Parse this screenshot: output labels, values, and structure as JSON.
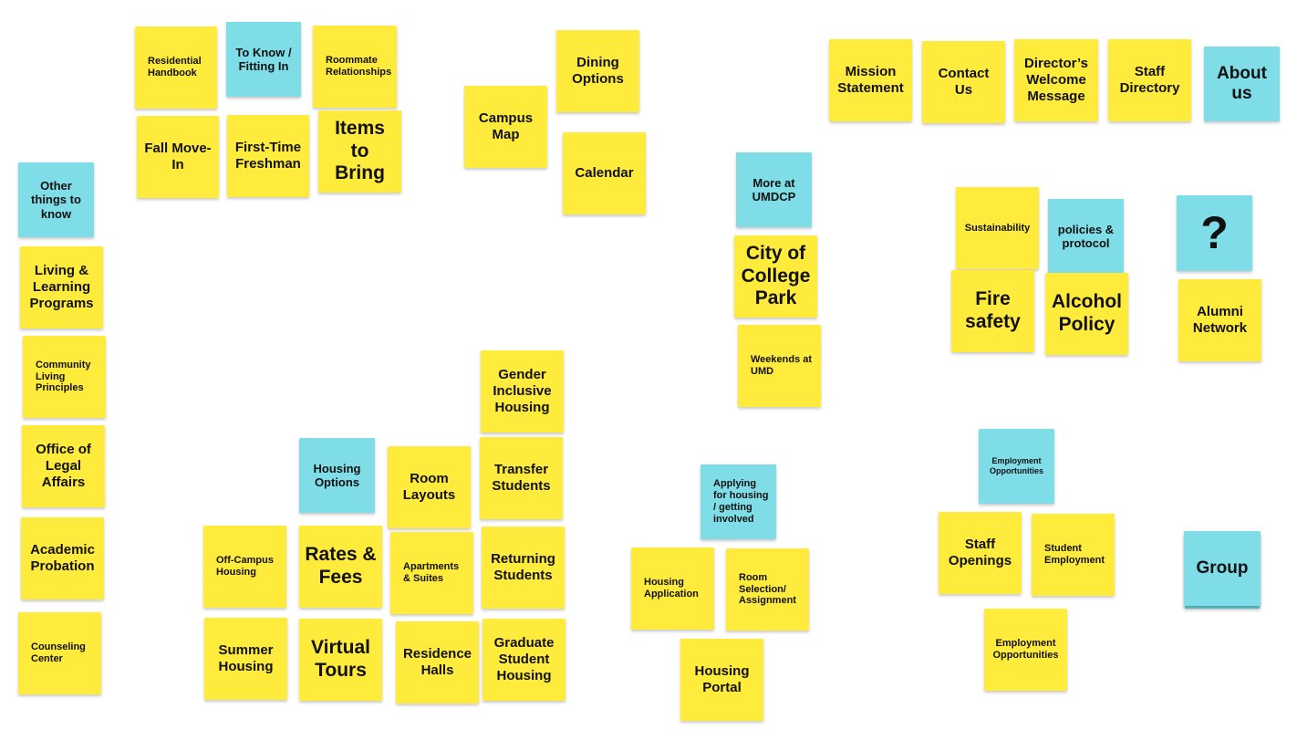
{
  "colors": {
    "yellow": "#ffeb3b",
    "blue": "#7fdde8"
  },
  "notes": [
    {
      "id": "residential-handbook",
      "label": "Residential Handbook",
      "color": "yellow",
      "size": "xs",
      "align": "left"
    },
    {
      "id": "to-know-fitting-in",
      "label": "To Know / Fitting In",
      "color": "blue",
      "size": "s"
    },
    {
      "id": "roommate-relationships",
      "label": "Roommate Relationships",
      "color": "yellow",
      "size": "xs",
      "align": "left"
    },
    {
      "id": "fall-move-in",
      "label": "Fall Move-In",
      "color": "yellow",
      "size": "m"
    },
    {
      "id": "first-time-freshman",
      "label": "First-Time Freshman",
      "color": "yellow",
      "size": "m"
    },
    {
      "id": "items-to-bring",
      "label": "Items to Bring",
      "color": "yellow",
      "size": "xl"
    },
    {
      "id": "dining-options",
      "label": "Dining Options",
      "color": "yellow",
      "size": "m"
    },
    {
      "id": "campus-map",
      "label": "Campus Map",
      "color": "yellow",
      "size": "m"
    },
    {
      "id": "calendar",
      "label": "Calendar",
      "color": "yellow",
      "size": "m"
    },
    {
      "id": "mission-statement",
      "label": "Mission Statement",
      "color": "yellow",
      "size": "m"
    },
    {
      "id": "contact-us",
      "label": "Contact Us",
      "color": "yellow",
      "size": "m"
    },
    {
      "id": "directors-welcome-message",
      "label": "Director’s Welcome Message",
      "color": "yellow",
      "size": "m"
    },
    {
      "id": "staff-directory",
      "label": "Staff Directory",
      "color": "yellow",
      "size": "m"
    },
    {
      "id": "about-us",
      "label": "About us",
      "color": "blue",
      "size": "l"
    },
    {
      "id": "other-things-to-know",
      "label": "Other things to know",
      "color": "blue",
      "size": "s"
    },
    {
      "id": "living-learning-programs",
      "label": "Living & Learning Programs",
      "color": "yellow",
      "size": "m"
    },
    {
      "id": "community-living-principles",
      "label": "Community Living Principles",
      "color": "yellow",
      "size": "xs",
      "align": "left"
    },
    {
      "id": "office-of-legal-affairs",
      "label": "Office of Legal Affairs",
      "color": "yellow",
      "size": "m"
    },
    {
      "id": "academic-probation",
      "label": "Academic Probation",
      "color": "yellow",
      "size": "m"
    },
    {
      "id": "counseling-center",
      "label": "Counseling Center",
      "color": "yellow",
      "size": "xs",
      "align": "left"
    },
    {
      "id": "more-at-umdcp",
      "label": "More at UMDCP",
      "color": "blue",
      "size": "s"
    },
    {
      "id": "city-of-college-park",
      "label": "City of College Park",
      "color": "yellow",
      "size": "xl"
    },
    {
      "id": "weekends-at-umd",
      "label": "Weekends at UMD",
      "color": "yellow",
      "size": "xs",
      "align": "left"
    },
    {
      "id": "sustainability",
      "label": "Sustainability",
      "color": "yellow",
      "size": "xs"
    },
    {
      "id": "policies-protocol",
      "label": "policies & protocol",
      "color": "blue",
      "size": "s"
    },
    {
      "id": "question-mark",
      "label": "?",
      "color": "blue",
      "size": "xxl"
    },
    {
      "id": "fire-safety",
      "label": "Fire safety",
      "color": "yellow",
      "size": "xl"
    },
    {
      "id": "alcohol-policy",
      "label": "Alcohol Policy",
      "color": "yellow",
      "size": "xl"
    },
    {
      "id": "alumni-network",
      "label": "Alumni Network",
      "color": "yellow",
      "size": "m"
    },
    {
      "id": "gender-inclusive-housing",
      "label": "Gender Inclusive Housing",
      "color": "yellow",
      "size": "m"
    },
    {
      "id": "housing-options",
      "label": "Housing Options",
      "color": "blue",
      "size": "s"
    },
    {
      "id": "room-layouts",
      "label": "Room Layouts",
      "color": "yellow",
      "size": "m"
    },
    {
      "id": "transfer-students",
      "label": "Transfer Students",
      "color": "yellow",
      "size": "m"
    },
    {
      "id": "off-campus-housing",
      "label": "Off-Campus Housing",
      "color": "yellow",
      "size": "xs",
      "align": "left"
    },
    {
      "id": "rates-fees",
      "label": "Rates & Fees",
      "color": "yellow",
      "size": "xl"
    },
    {
      "id": "apartments-suites",
      "label": "Apartments & Suites",
      "color": "yellow",
      "size": "xs",
      "align": "left"
    },
    {
      "id": "returning-students",
      "label": "Returning Students",
      "color": "yellow",
      "size": "m"
    },
    {
      "id": "summer-housing",
      "label": "Summer Housing",
      "color": "yellow",
      "size": "m"
    },
    {
      "id": "virtual-tours",
      "label": "Virtual Tours",
      "color": "yellow",
      "size": "xl"
    },
    {
      "id": "residence-halls",
      "label": "Residence Halls",
      "color": "yellow",
      "size": "m"
    },
    {
      "id": "graduate-student-housing",
      "label": "Graduate Student Housing",
      "color": "yellow",
      "size": "m"
    },
    {
      "id": "applying-for-housing",
      "label": "Applying for housing / getting involved",
      "color": "blue",
      "size": "xs",
      "align": "left"
    },
    {
      "id": "housing-application",
      "label": "Housing Application",
      "color": "yellow",
      "size": "xs",
      "align": "left"
    },
    {
      "id": "room-selection-assignment",
      "label": "Room Selection/ Assignment",
      "color": "yellow",
      "size": "xs",
      "align": "left"
    },
    {
      "id": "housing-portal",
      "label": "Housing Portal",
      "color": "yellow",
      "size": "m"
    },
    {
      "id": "employment-opportunities-blue",
      "label": "Employment Opportunities",
      "color": "blue",
      "size": "xxs"
    },
    {
      "id": "staff-openings",
      "label": "Staff Openings",
      "color": "yellow",
      "size": "m"
    },
    {
      "id": "student-employment",
      "label": "Student Employment",
      "color": "yellow",
      "size": "xs",
      "align": "left"
    },
    {
      "id": "employment-opportunities-yellow",
      "label": "Employment Opportunities",
      "color": "yellow",
      "size": "xs"
    },
    {
      "id": "group",
      "label": "Group",
      "color": "blue",
      "size": "l",
      "stack": true
    }
  ]
}
